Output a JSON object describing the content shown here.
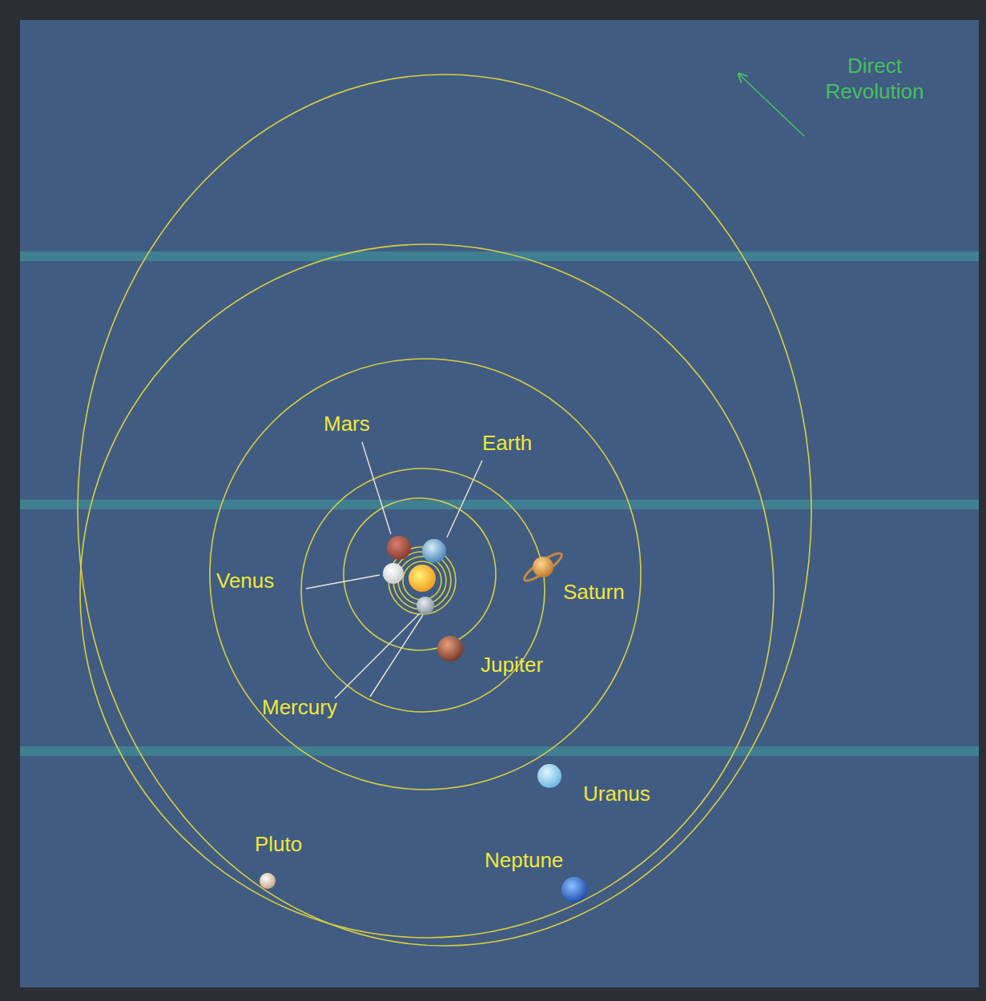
{
  "diagram": {
    "labels": [
      "Direct Revolution",
      "Mars",
      "Earth",
      "Venus",
      "Saturn",
      "Jupiter",
      "Mercury",
      "Uranus",
      "Pluto",
      "Neptune"
    ]
  }
}
